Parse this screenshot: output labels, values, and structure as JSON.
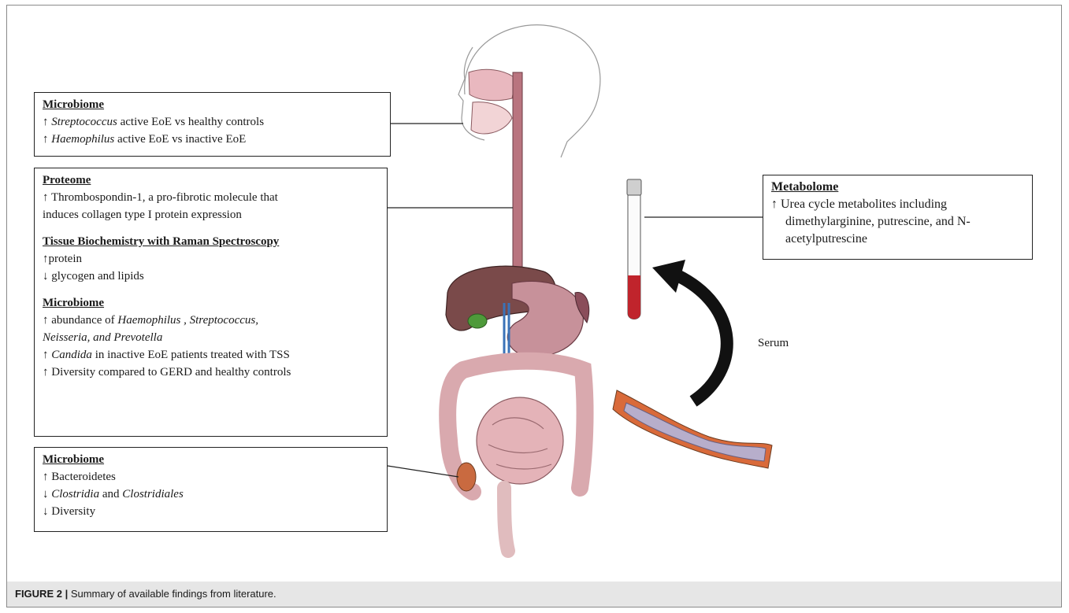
{
  "boxes": {
    "mouth": {
      "heading": "Microbiome",
      "lines": [
        {
          "arrow": "↑",
          "italic": "Streptococcus",
          "rest": " active  EoE vs healthy  controls"
        },
        {
          "arrow": "↑",
          "italic": "Haemophilus",
          "rest": " active  EoE vs inactive  EoE"
        }
      ]
    },
    "esophagus": {
      "proteome_heading": "Proteome",
      "proteome_lines": [
        "↑ Thrombospondin-1,  a pro-fibrotic  molecule  that",
        "induces  collagen  type I protein  expression"
      ],
      "raman_heading": "Tissue Biochemistry with  Raman  Spectroscopy",
      "raman_lines": [
        "↑protein",
        "↓ glycogen  and lipids"
      ],
      "micro_heading": "Microbiome",
      "micro_line1_pre": "↑ abundance of ",
      "micro_line1_it": "Haemophilus , Streptococcus,",
      "micro_line2_it": "Neisseria, and Prevotella",
      "micro_line3_arrow": "↑ ",
      "micro_line3_it": "Candida",
      "micro_line3_rest": " in inactive  EoE patients  treated with TSS",
      "micro_line4": "↑ Diversity  compared to GERD  and healthy controls"
    },
    "intestine": {
      "heading": "Microbiome",
      "line1": "↑ Bacteroidetes",
      "line2_arrow": "↓ ",
      "line2_it1": "Clostridia",
      "line2_mid": " and ",
      "line2_it2": "Clostridiales",
      "line3": "↓ Diversity"
    },
    "metabolome": {
      "heading": "Metabolome",
      "line1": "↑  Urea  cycle  metabolites  including",
      "line2": "dimethylarginine,  putrescine,  and  N-",
      "line3": "acetylputrescine"
    }
  },
  "serum_label": "Serum",
  "caption": {
    "label": "FIGURE 2 |",
    "text": " Summary of available findings from literature."
  },
  "colors": {
    "liver": "#7a4a4a",
    "esophagus": "#b9747f",
    "blood": "#c0242c",
    "vessel": "#d96a3a",
    "caption_bg": "#e6e6e6"
  }
}
